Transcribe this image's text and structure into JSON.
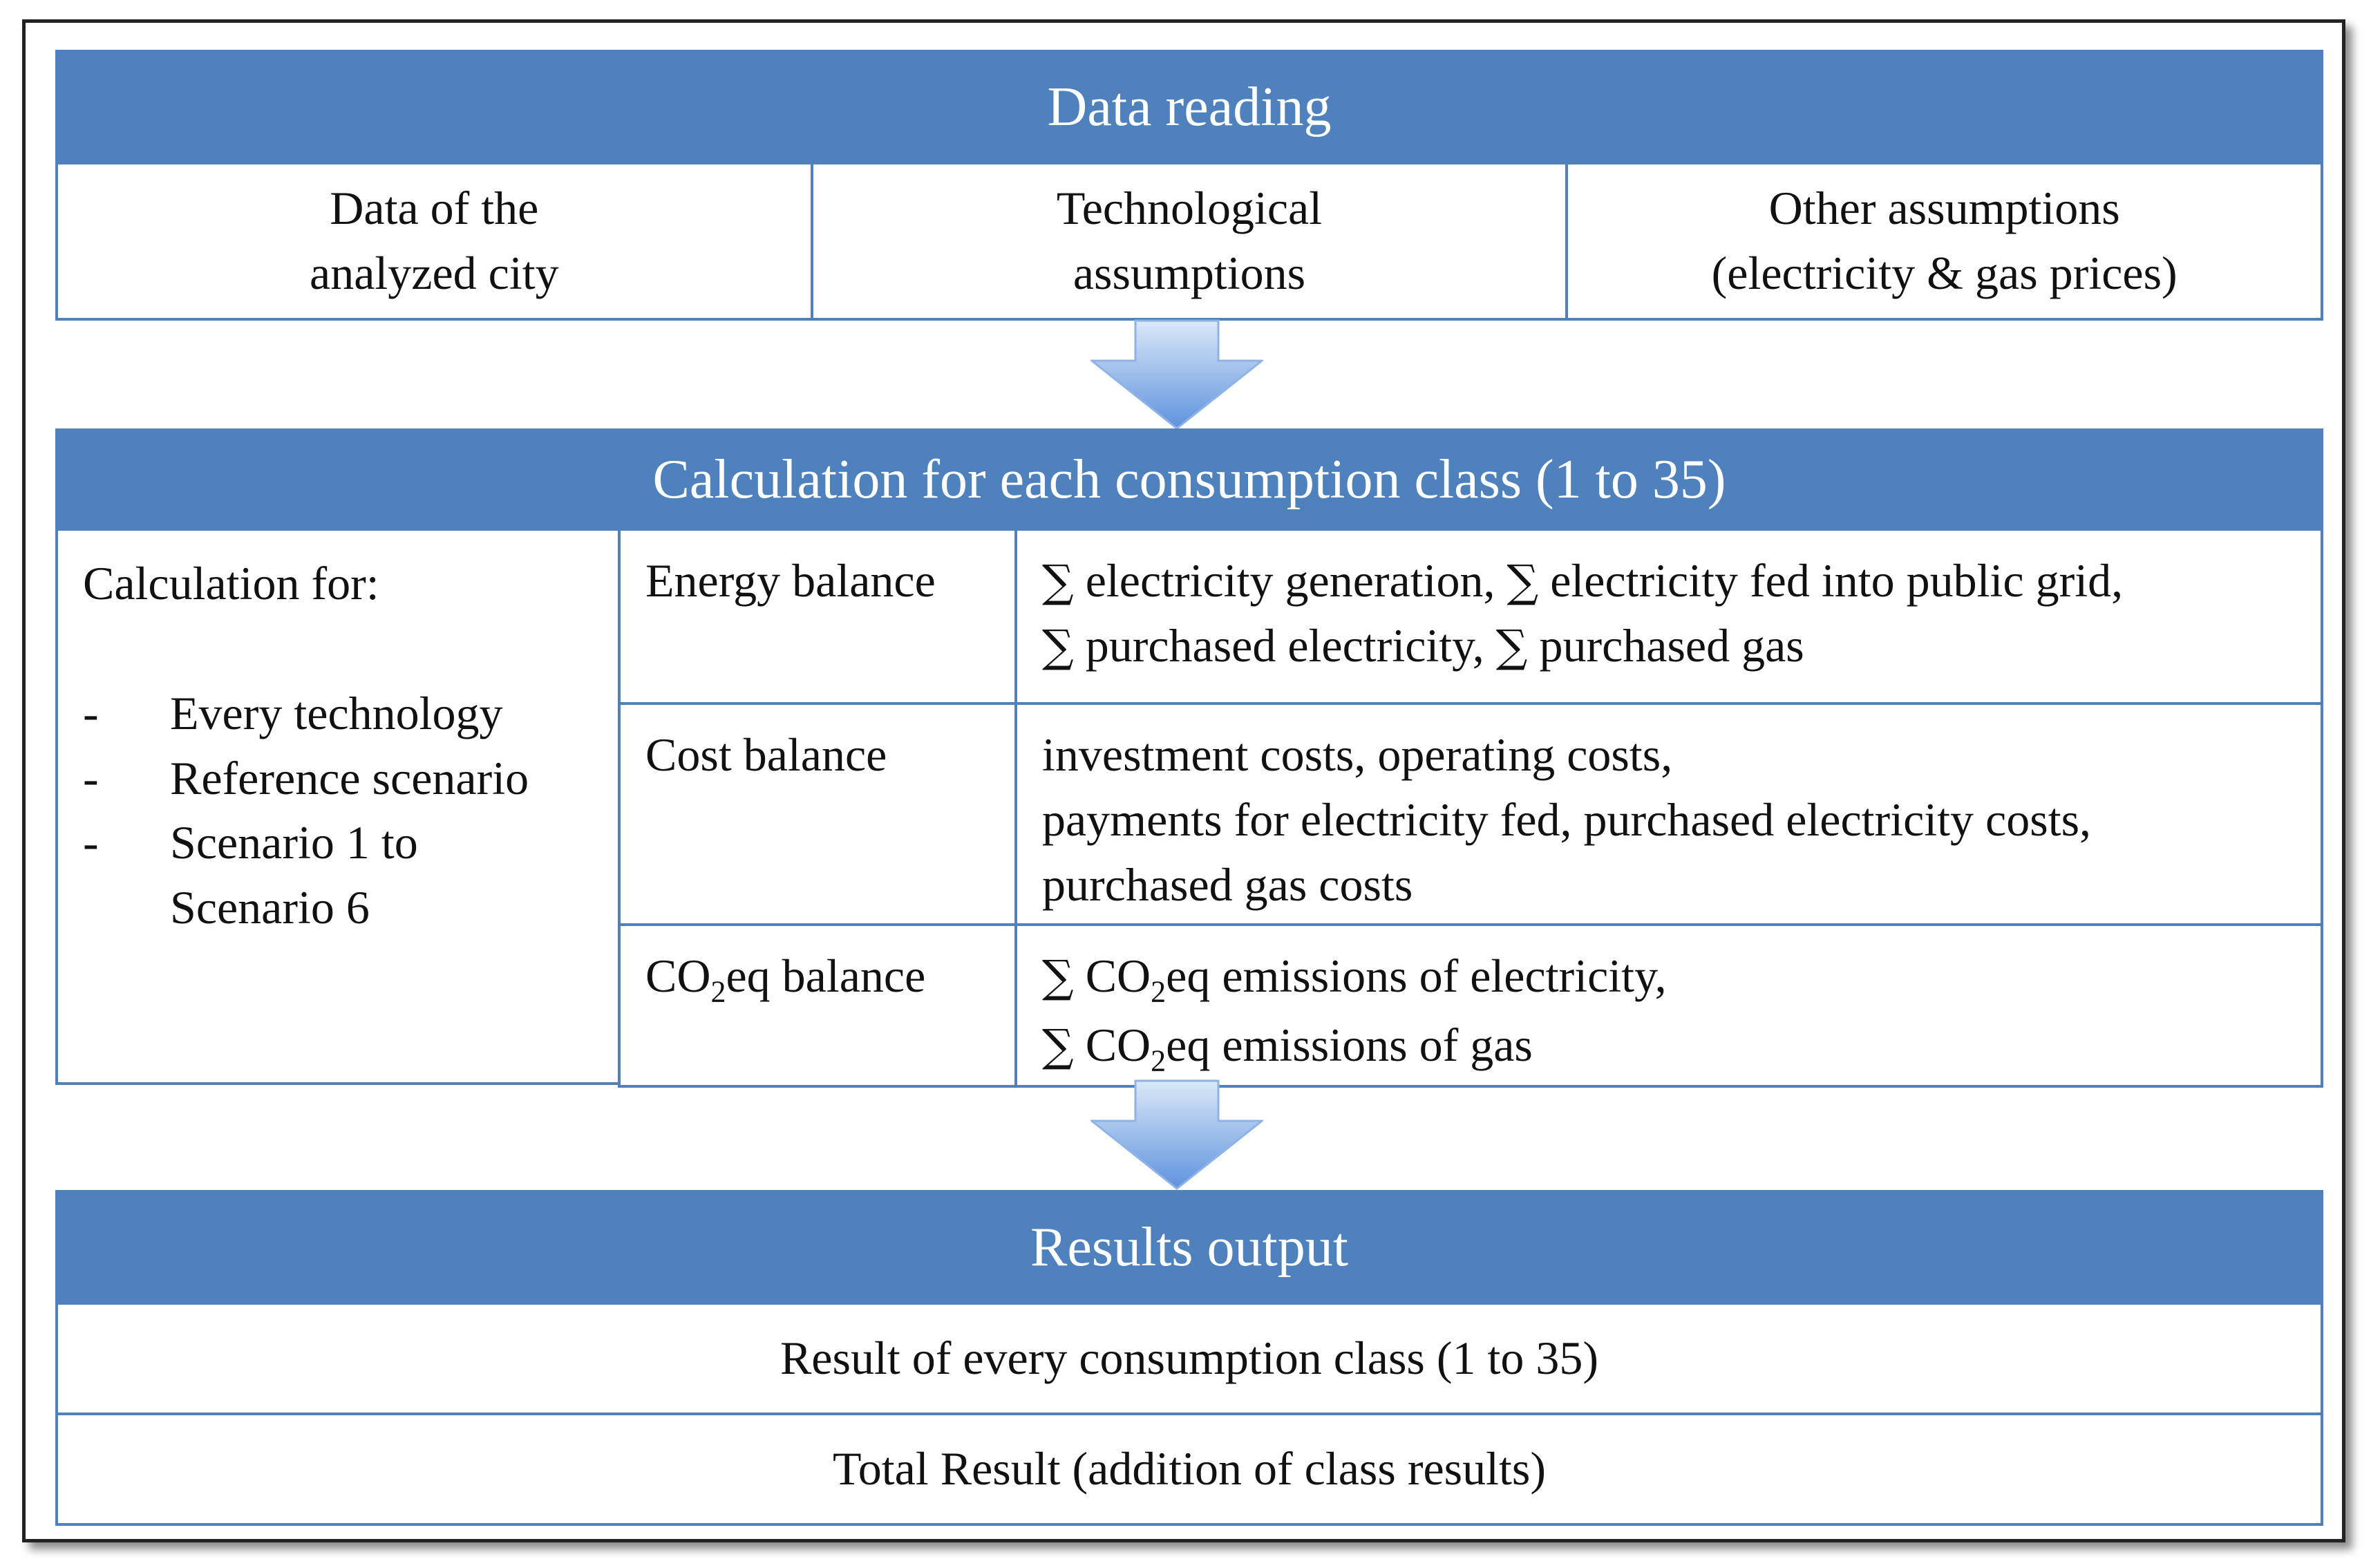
{
  "data_reading": {
    "title": "Data reading",
    "inputs": [
      {
        "line1": "Data of the",
        "line2": "analyzed city"
      },
      {
        "line1": "Technological",
        "line2": "assumptions"
      },
      {
        "line1": "Other assumptions",
        "line2": "(electricity & gas prices)"
      }
    ]
  },
  "calculation": {
    "title": "Calculation for each consumption class (1 to 35)",
    "left": {
      "heading": "Calculation for:",
      "items": [
        {
          "dash": "-",
          "line1": "Every technology",
          "line2": ""
        },
        {
          "dash": "-",
          "line1": "Reference scenario",
          "line2": ""
        },
        {
          "dash": "-",
          "line1": "Scenario 1 to",
          "line2": "Scenario 6"
        }
      ]
    },
    "balances": {
      "energy": {
        "label": "Energy balance",
        "sigma": "∑",
        "t1": " electricity generation, ",
        "t2": " electricity fed into public grid,",
        "t3": " purchased electricity, ",
        "t4": " purchased gas"
      },
      "cost": {
        "label": "Cost balance",
        "line1": "investment costs, operating costs,",
        "line2": "payments for electricity fed, purchased electricity costs,",
        "line3": "purchased gas costs"
      },
      "co2": {
        "label_pre": "CO",
        "label_sub": "2",
        "label_post": "eq balance",
        "sigma": "∑",
        "co": " CO",
        "sub": "2",
        "l1_post": "eq emissions of electricity,",
        "l2_post": "eq emissions of gas"
      }
    }
  },
  "results": {
    "title": "Results output",
    "row1": "Result of every consumption class (1 to 35)",
    "row2": "Total Result (addition of class results)"
  },
  "colors": {
    "header_blue": "#4f81bd",
    "arrow_light": "#cfe0f6",
    "arrow_dark": "#6a9be0"
  }
}
